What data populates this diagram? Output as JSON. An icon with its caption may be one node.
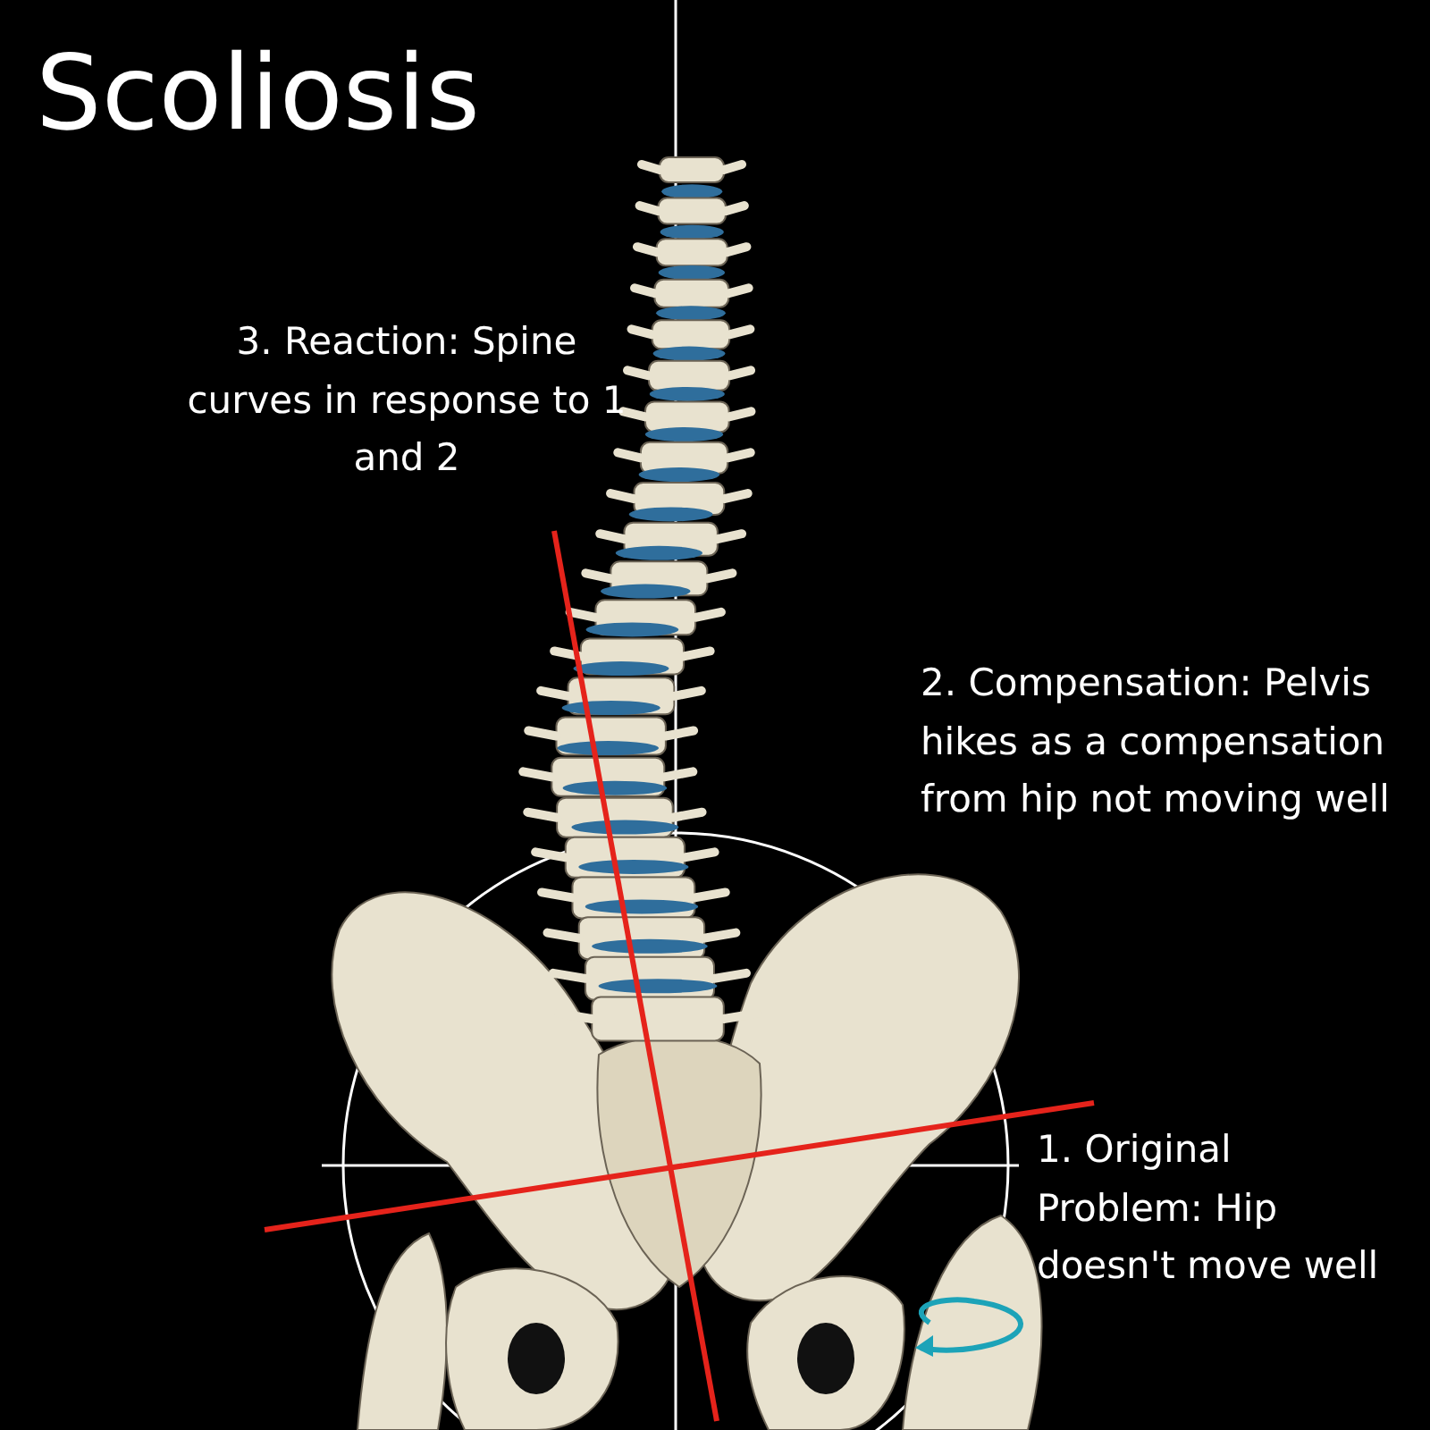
{
  "diagram": {
    "title": "Scoliosis",
    "labels": [
      "3. Reaction: Spine curves in response to 1 and 2",
      "2. Compensation: Pelvis hikes as a compensation from hip not moving well",
      "1. Original Problem: Hip doesn't move well"
    ]
  }
}
